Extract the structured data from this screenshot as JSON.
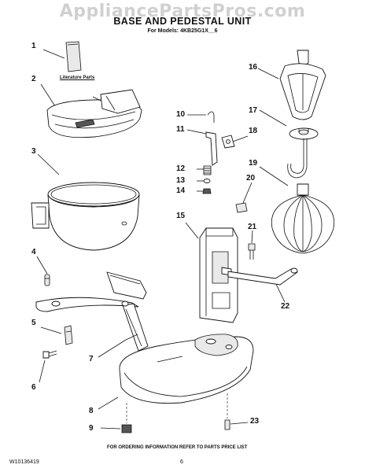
{
  "watermark": "AppliancePartsPros.com",
  "title": "BASE AND PEDESTAL UNIT",
  "subtitle": "For Models: 4KB25G1X__6",
  "literature_label": "Literature Parts",
  "callouts": [
    "1",
    "2",
    "3",
    "4",
    "5",
    "6",
    "7",
    "8",
    "9",
    "10",
    "11",
    "12",
    "13",
    "14",
    "15",
    "16",
    "17",
    "18",
    "19",
    "20",
    "21",
    "22",
    "23"
  ],
  "footer": {
    "instruction": "FOR ORDERING INFORMATION REFER TO PARTS PRICE LIST",
    "doc_number": "W10136419",
    "page_number": "6"
  }
}
